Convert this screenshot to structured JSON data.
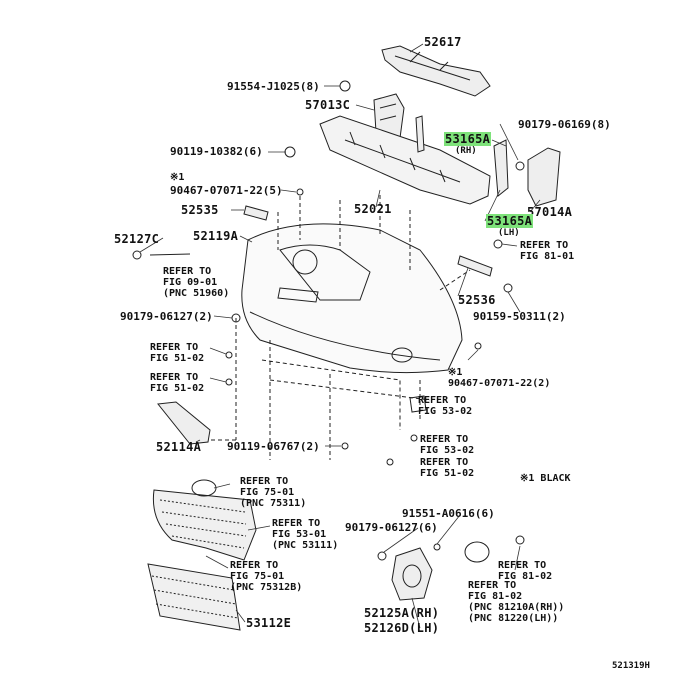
{
  "labels": {
    "p52617": "52617",
    "p91554": "91554-J1025(8)",
    "p57013C": "57013C",
    "p90179a": "90179-06169(8)",
    "p53165rh": "53165A",
    "rh": "(RH)",
    "p90119a": "90119-10382(6)",
    "star1": "※1",
    "p90467a": "90467-07071-22(5)",
    "p52021": "52021",
    "p57014A": "57014A",
    "p53165lh": "53165A",
    "lh": "(LH)",
    "p52535": "52535",
    "p52127C": "52127C",
    "p52119A": "52119A",
    "ref0901": "REFER TO\nFIG 09-01\n(PNC 51960)",
    "ref8101a": "REFER TO\nFIG 81-01",
    "p52536": "52536",
    "p90179b": "90179-06127(2)",
    "p90159": "90159-50311(2)",
    "ref5102a": "REFER TO\nFIG 51-02",
    "ref5102b": "REFER TO\nFIG 51-02",
    "star2": "※1\n90467-07071-22(2)",
    "ref5302a": "REFER TO\nFIG 53-02",
    "p52114A": "52114A",
    "p90119b": "90119-06767(2)",
    "ref5302b": "REFER TO\nFIG 53-02",
    "ref5102c": "REFER TO\nFIG 51-02",
    "black": "※1 BLACK",
    "ref7501a": "REFER TO\nFIG 75-01\n(PNC 75311)",
    "ref5301": "REFER TO\nFIG 53-01\n(PNC 53111)",
    "ref7501b": "REFER TO\nFIG 75-01\n(PNC 75312B)",
    "p53112E": "53112E",
    "p91551": "91551-A0616(6)",
    "p90179c": "90179-06127(6)",
    "ref8102a": "REFER TO\nFIG 81-02",
    "ref8102b": "REFER TO\nFIG 81-02\n(PNC 81210A(RH))\n(PNC 81220(LH))",
    "p52125A": "52125A(RH)",
    "p52126D": "52126D(LH)",
    "code": "521319H"
  },
  "colors": {
    "highlight": "#7ee27a",
    "ink": "#111111"
  }
}
